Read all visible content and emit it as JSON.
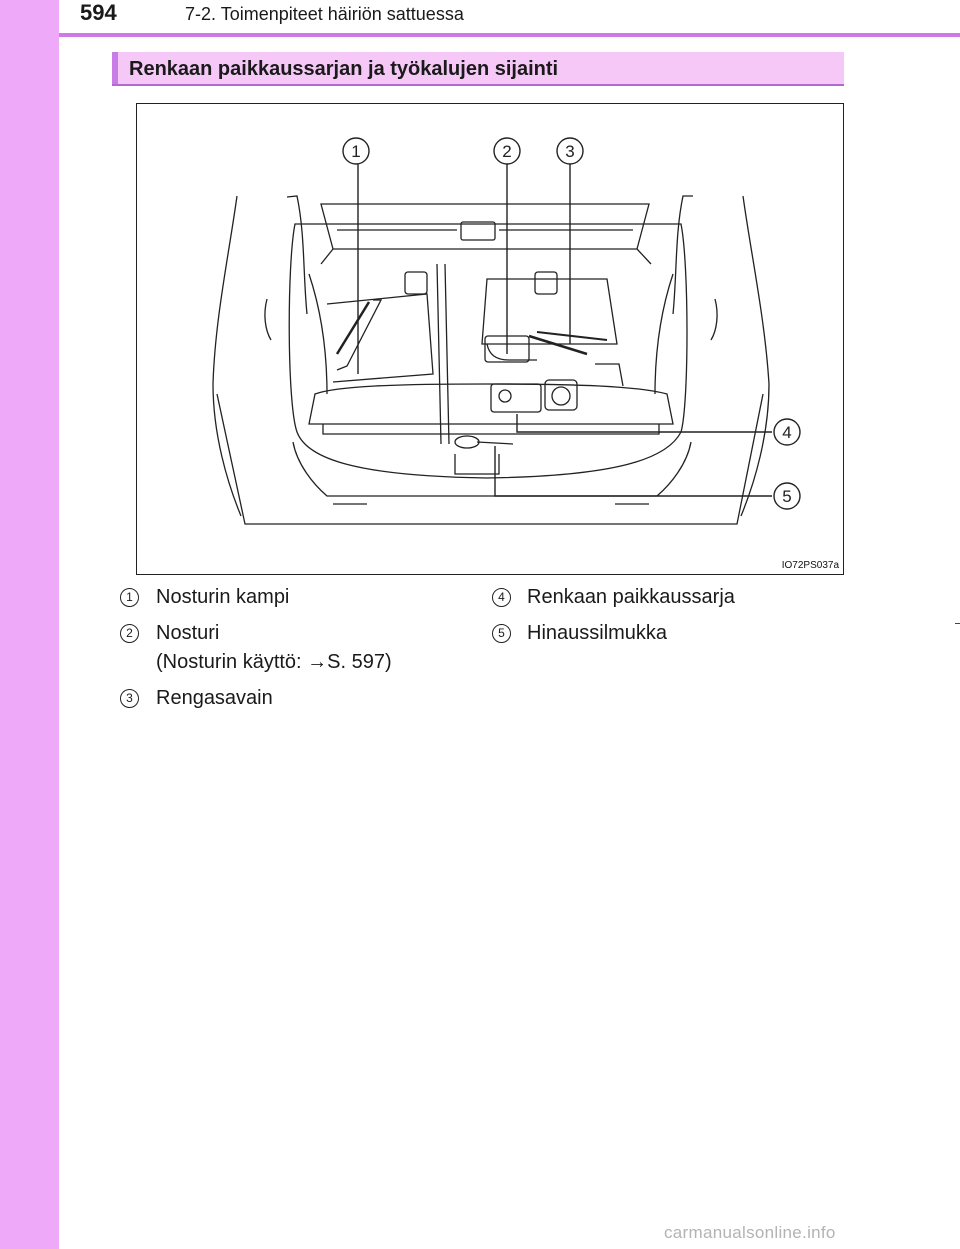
{
  "header": {
    "page_number": "594",
    "chapter_title": "7-2. Toimenpiteet häiriön sattuessa"
  },
  "section": {
    "title": "Renkaan paikkaussarjan ja työkalujen sijainti"
  },
  "figure": {
    "code": "IO72PS037a",
    "callouts": [
      "1",
      "2",
      "3",
      "4",
      "5"
    ]
  },
  "items": [
    {
      "number": "1",
      "label": "Nosturin kampi"
    },
    {
      "number": "2",
      "label": "Nosturi",
      "note": "(Nosturin käyttö: →S. 597)"
    },
    {
      "number": "3",
      "label": "Rengasavain"
    },
    {
      "number": "4",
      "label": "Renkaan paikkaussarja"
    },
    {
      "number": "5",
      "label": "Hinaussilmukka"
    }
  ],
  "footer": {
    "watermark": "carmanualsonline.info"
  }
}
